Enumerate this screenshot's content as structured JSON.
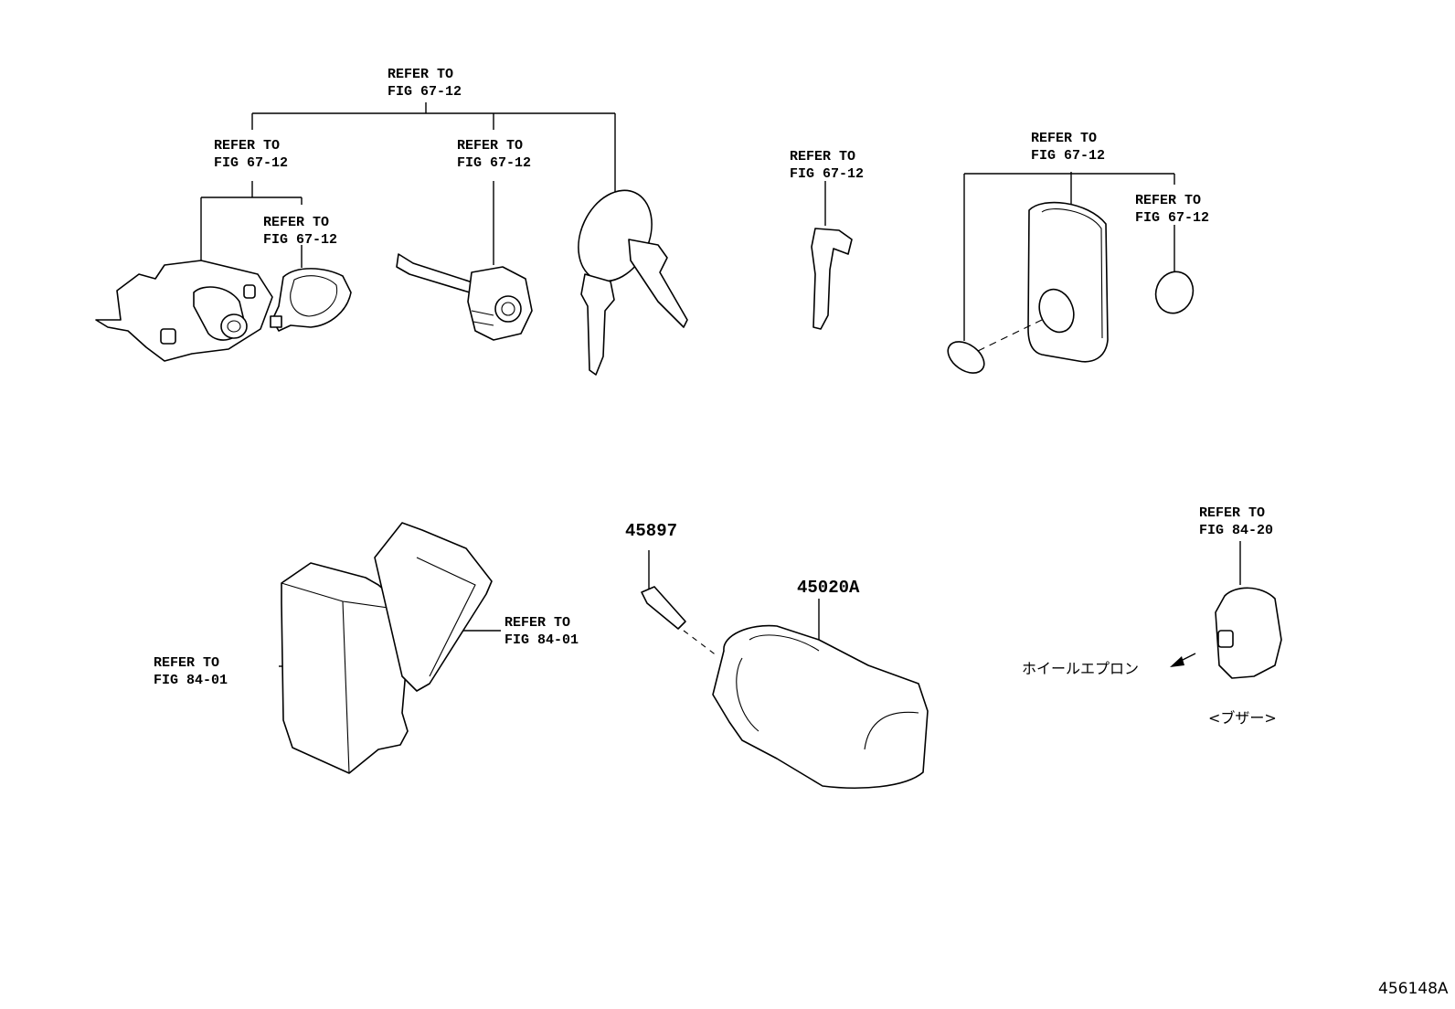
{
  "diagram": {
    "callouts": [
      {
        "line1": "REFER TO",
        "line2": "FIG 67-12"
      },
      {
        "line1": "REFER TO",
        "line2": "FIG 67-12"
      },
      {
        "line1": "REFER TO",
        "line2": "FIG 67-12"
      },
      {
        "line1": "REFER TO",
        "line2": "FIG 67-12"
      },
      {
        "line1": "REFER TO",
        "line2": "FIG 67-12"
      },
      {
        "line1": "REFER TO",
        "line2": "FIG 67-12"
      },
      {
        "line1": "REFER TO",
        "line2": "FIG 67-12"
      },
      {
        "line1": "REFER TO",
        "line2": "FIG 84-01"
      },
      {
        "line1": "REFER TO",
        "line2": "FIG 84-01"
      },
      {
        "line1": "REFER TO",
        "line2": "FIG 84-20"
      }
    ],
    "part_numbers": [
      "45897",
      "45020A"
    ],
    "japanese_labels": {
      "wheel_apron": "ホイールエプロン",
      "buzzer": "<ブザー>"
    },
    "figure_ref": "456148A"
  }
}
